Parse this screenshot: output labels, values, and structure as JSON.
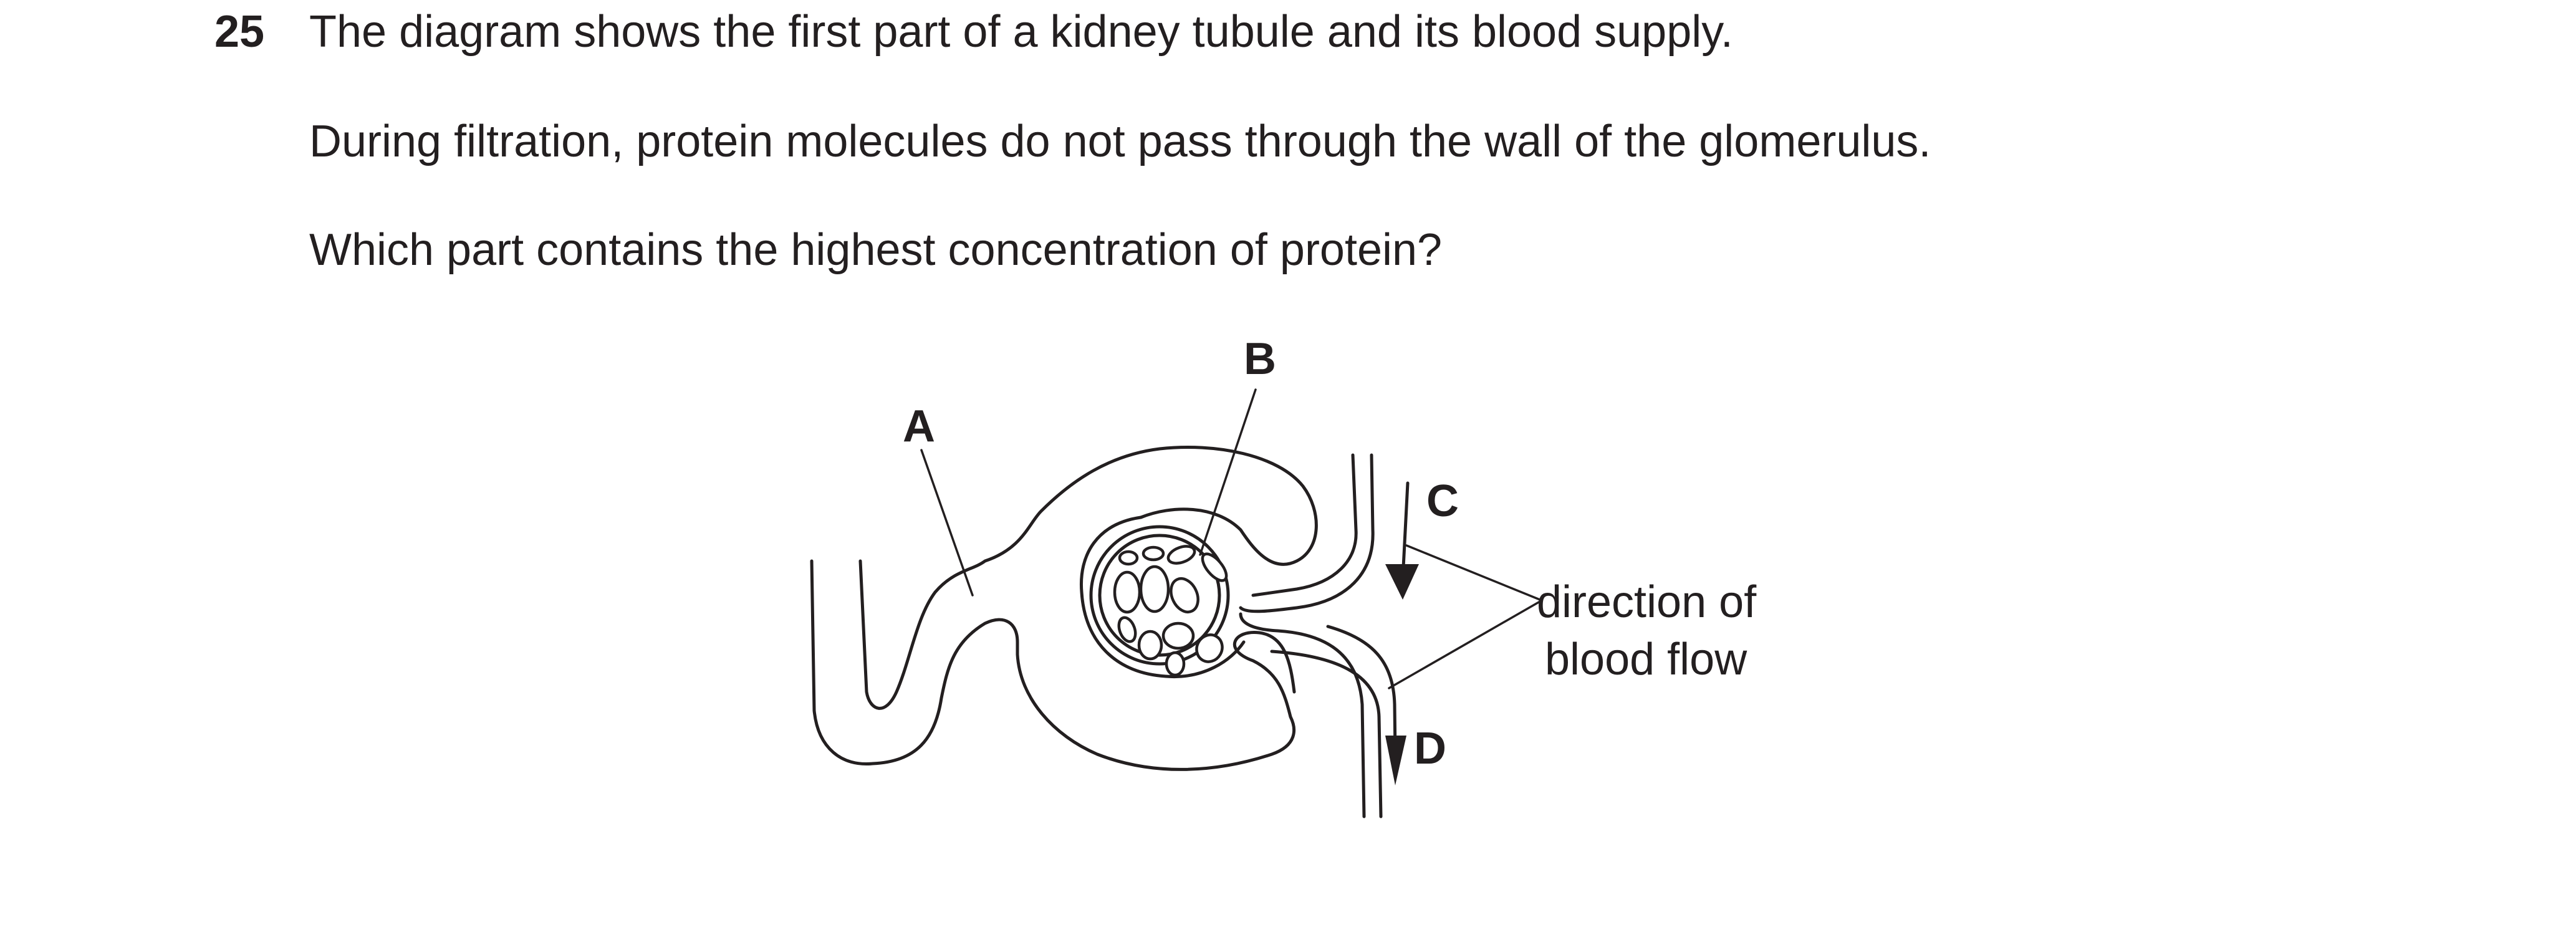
{
  "question": {
    "number": "25",
    "lines": [
      "The diagram shows the first part of a kidney tubule and its blood supply.",
      "During filtration, protein molecules do not pass through the wall of the glomerulus.",
      "Which part contains the highest concentration of protein?"
    ]
  },
  "diagram": {
    "labels": {
      "a": "A",
      "b": "B",
      "c": "C",
      "d": "D"
    },
    "annotation": {
      "line1": "direction of",
      "line2": "blood flow"
    }
  }
}
